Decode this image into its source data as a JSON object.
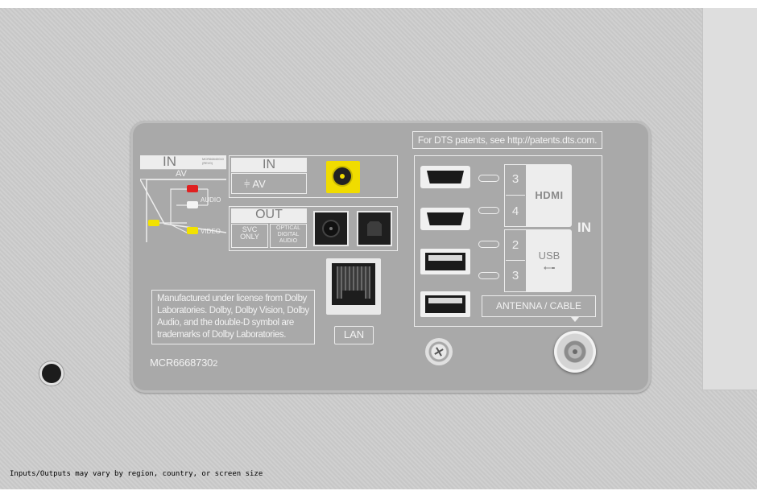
{
  "panel": {
    "dts_notice": "For DTS patents, see http://patents.dts.com.",
    "av_in": {
      "title": "IN",
      "subtitle": "AV",
      "model_code": "MCR66840010 (REV0)",
      "audio": "AUDIO",
      "video": "VIDEO"
    },
    "component_in": {
      "title": "IN",
      "sub": "AV"
    },
    "out": {
      "title": "OUT",
      "svc": "SVC ONLY",
      "optical": "OPTICAL DIGITAL AUDIO"
    },
    "lan": "LAN",
    "dolby_notice": "Manufactured under license from Dolby Laboratories. Dolby, Dolby Vision, Dolby Audio, and the double-D symbol are trademarks of Dolby Laboratories.",
    "model_number": "MCR6668730",
    "model_suffix": "2",
    "hdmi": {
      "label": "HDMI",
      "ports": [
        "3",
        "4"
      ]
    },
    "usb": {
      "label": "USB",
      "ports": [
        "2",
        "3"
      ]
    },
    "in_label": "IN",
    "antenna": "ANTENNA / CABLE"
  },
  "colors": {
    "audio_red": "#e02020",
    "audio_white": "#f4f4f4",
    "video_yellow": "#f2e200",
    "plate": "#a9a9a9"
  },
  "footer_note": "Inputs/Outputs may vary by region, country, or screen size"
}
